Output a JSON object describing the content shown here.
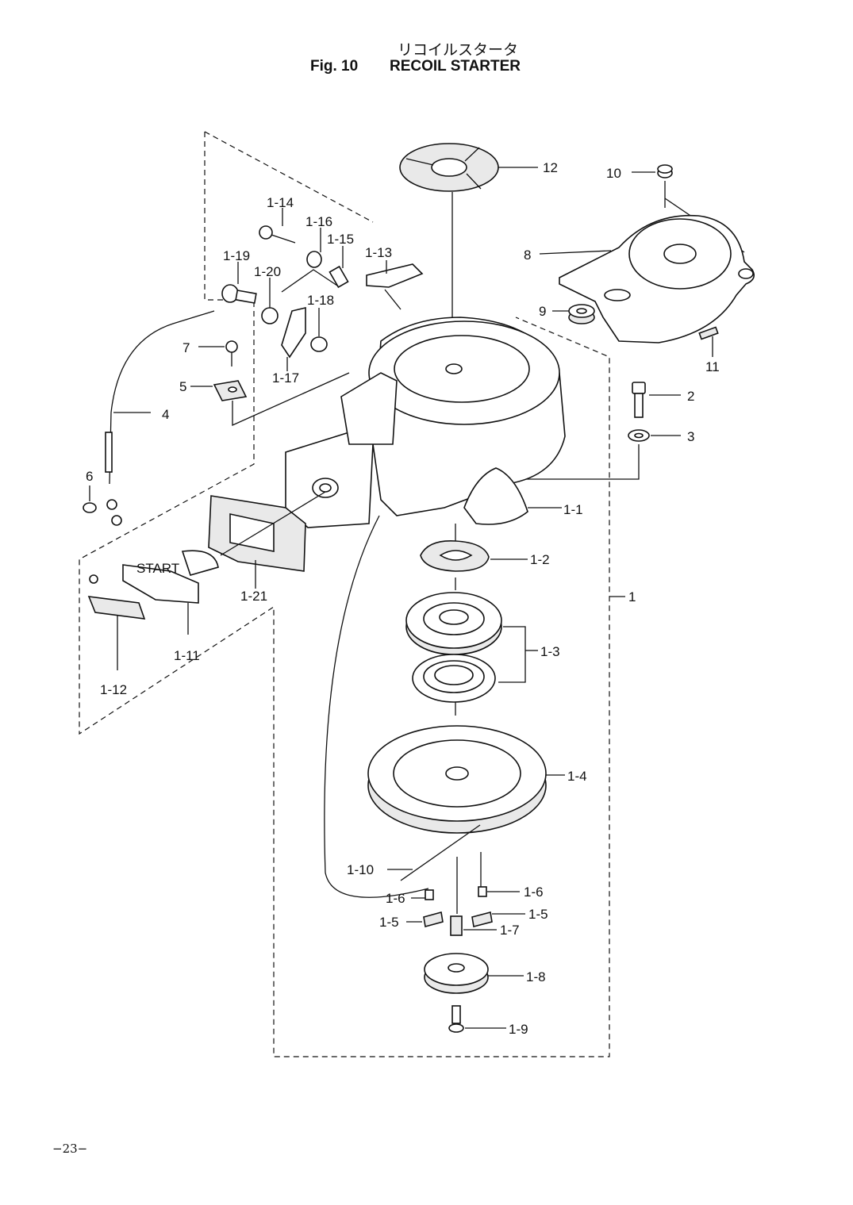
{
  "header": {
    "title_jp": "リコイルスタータ",
    "figure_label": "Fig. 10",
    "figure_name": "RECOIL STARTER"
  },
  "footer": {
    "page_number": "−23−"
  },
  "diagram": {
    "handle_marking": "START",
    "callouts": {
      "p1": "1",
      "p1_1": "1-1",
      "p1_2": "1-2",
      "p1_3": "1-3",
      "p1_4": "1-4",
      "p1_5a": "1-5",
      "p1_5b": "1-5",
      "p1_6a": "1-6",
      "p1_6b": "1-6",
      "p1_7": "1-7",
      "p1_8": "1-8",
      "p1_9": "1-9",
      "p1_10": "1-10",
      "p1_11": "1-11",
      "p1_12": "1-12",
      "p1_13": "1-13",
      "p1_14": "1-14",
      "p1_15": "1-15",
      "p1_16": "1-16",
      "p1_17": "1-17",
      "p1_18": "1-18",
      "p1_19": "1-19",
      "p1_20": "1-20",
      "p1_21": "1-21",
      "p2": "2",
      "p3": "3",
      "p4": "4",
      "p5": "5",
      "p6": "6",
      "p7": "7",
      "p8": "8",
      "p9": "9",
      "p10": "10",
      "p11": "11",
      "p12": "12"
    }
  }
}
